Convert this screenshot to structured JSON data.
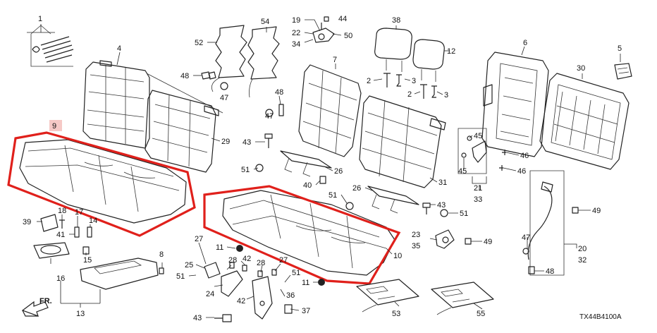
{
  "diagram": {
    "code": "TX44B4100A",
    "front_arrow_label": "FR.",
    "highlight_color": "#e0201b",
    "line_color": "#222222",
    "labels": [
      {
        "id": "l1",
        "text": "1"
      },
      {
        "id": "l4",
        "text": "4"
      },
      {
        "id": "l9",
        "text": "9"
      },
      {
        "id": "l52",
        "text": "52"
      },
      {
        "id": "l54",
        "text": "54"
      },
      {
        "id": "l48a",
        "text": "48"
      },
      {
        "id": "l47a",
        "text": "47"
      },
      {
        "id": "l48b",
        "text": "48"
      },
      {
        "id": "l47b",
        "text": "47"
      },
      {
        "id": "l19",
        "text": "19"
      },
      {
        "id": "l44",
        "text": "44"
      },
      {
        "id": "l22",
        "text": "22"
      },
      {
        "id": "l50",
        "text": "50"
      },
      {
        "id": "l34",
        "text": "34"
      },
      {
        "id": "l38",
        "text": "38"
      },
      {
        "id": "l12",
        "text": "12"
      },
      {
        "id": "l7",
        "text": "7"
      },
      {
        "id": "l2a",
        "text": "2"
      },
      {
        "id": "l3a",
        "text": "3"
      },
      {
        "id": "l2b",
        "text": "2"
      },
      {
        "id": "l3b",
        "text": "3"
      },
      {
        "id": "l6",
        "text": "6"
      },
      {
        "id": "l5",
        "text": "5"
      },
      {
        "id": "l30",
        "text": "30"
      },
      {
        "id": "l29",
        "text": "29"
      },
      {
        "id": "l43a",
        "text": "43"
      },
      {
        "id": "l51a",
        "text": "51"
      },
      {
        "id": "l26a",
        "text": "26"
      },
      {
        "id": "l40",
        "text": "40"
      },
      {
        "id": "l45a",
        "text": "45"
      },
      {
        "id": "l45b",
        "text": "45"
      },
      {
        "id": "l46a",
        "text": "46"
      },
      {
        "id": "l46b",
        "text": "46"
      },
      {
        "id": "l31",
        "text": "31"
      },
      {
        "id": "l21",
        "text": "21"
      },
      {
        "id": "l33",
        "text": "33"
      },
      {
        "id": "l26b",
        "text": "26"
      },
      {
        "id": "l51b",
        "text": "51"
      },
      {
        "id": "l43b",
        "text": "43"
      },
      {
        "id": "l51c",
        "text": "51"
      },
      {
        "id": "l49a",
        "text": "49"
      },
      {
        "id": "l23",
        "text": "23"
      },
      {
        "id": "l35",
        "text": "35"
      },
      {
        "id": "l49b",
        "text": "49"
      },
      {
        "id": "l10",
        "text": "10"
      },
      {
        "id": "l47c",
        "text": "47"
      },
      {
        "id": "l20",
        "text": "20"
      },
      {
        "id": "l32",
        "text": "32"
      },
      {
        "id": "l48c",
        "text": "48"
      },
      {
        "id": "l39",
        "text": "39"
      },
      {
        "id": "l18",
        "text": "18"
      },
      {
        "id": "l17",
        "text": "17"
      },
      {
        "id": "l14",
        "text": "14"
      },
      {
        "id": "l41",
        "text": "41"
      },
      {
        "id": "l15",
        "text": "15"
      },
      {
        "id": "l8",
        "text": "8"
      },
      {
        "id": "l16",
        "text": "16"
      },
      {
        "id": "l13",
        "text": "13"
      },
      {
        "id": "l27a",
        "text": "27"
      },
      {
        "id": "l11a",
        "text": "11"
      },
      {
        "id": "l25",
        "text": "25"
      },
      {
        "id": "l28a",
        "text": "28"
      },
      {
        "id": "l42a",
        "text": "42"
      },
      {
        "id": "l51d",
        "text": "51"
      },
      {
        "id": "l24",
        "text": "24"
      },
      {
        "id": "l28b",
        "text": "28"
      },
      {
        "id": "l27b",
        "text": "27"
      },
      {
        "id": "l42b",
        "text": "42"
      },
      {
        "id": "l51e",
        "text": "51"
      },
      {
        "id": "l36",
        "text": "36"
      },
      {
        "id": "l11b",
        "text": "11"
      },
      {
        "id": "l37",
        "text": "37"
      },
      {
        "id": "l43c",
        "text": "43"
      },
      {
        "id": "l53",
        "text": "53"
      },
      {
        "id": "l55",
        "text": "55"
      }
    ]
  }
}
